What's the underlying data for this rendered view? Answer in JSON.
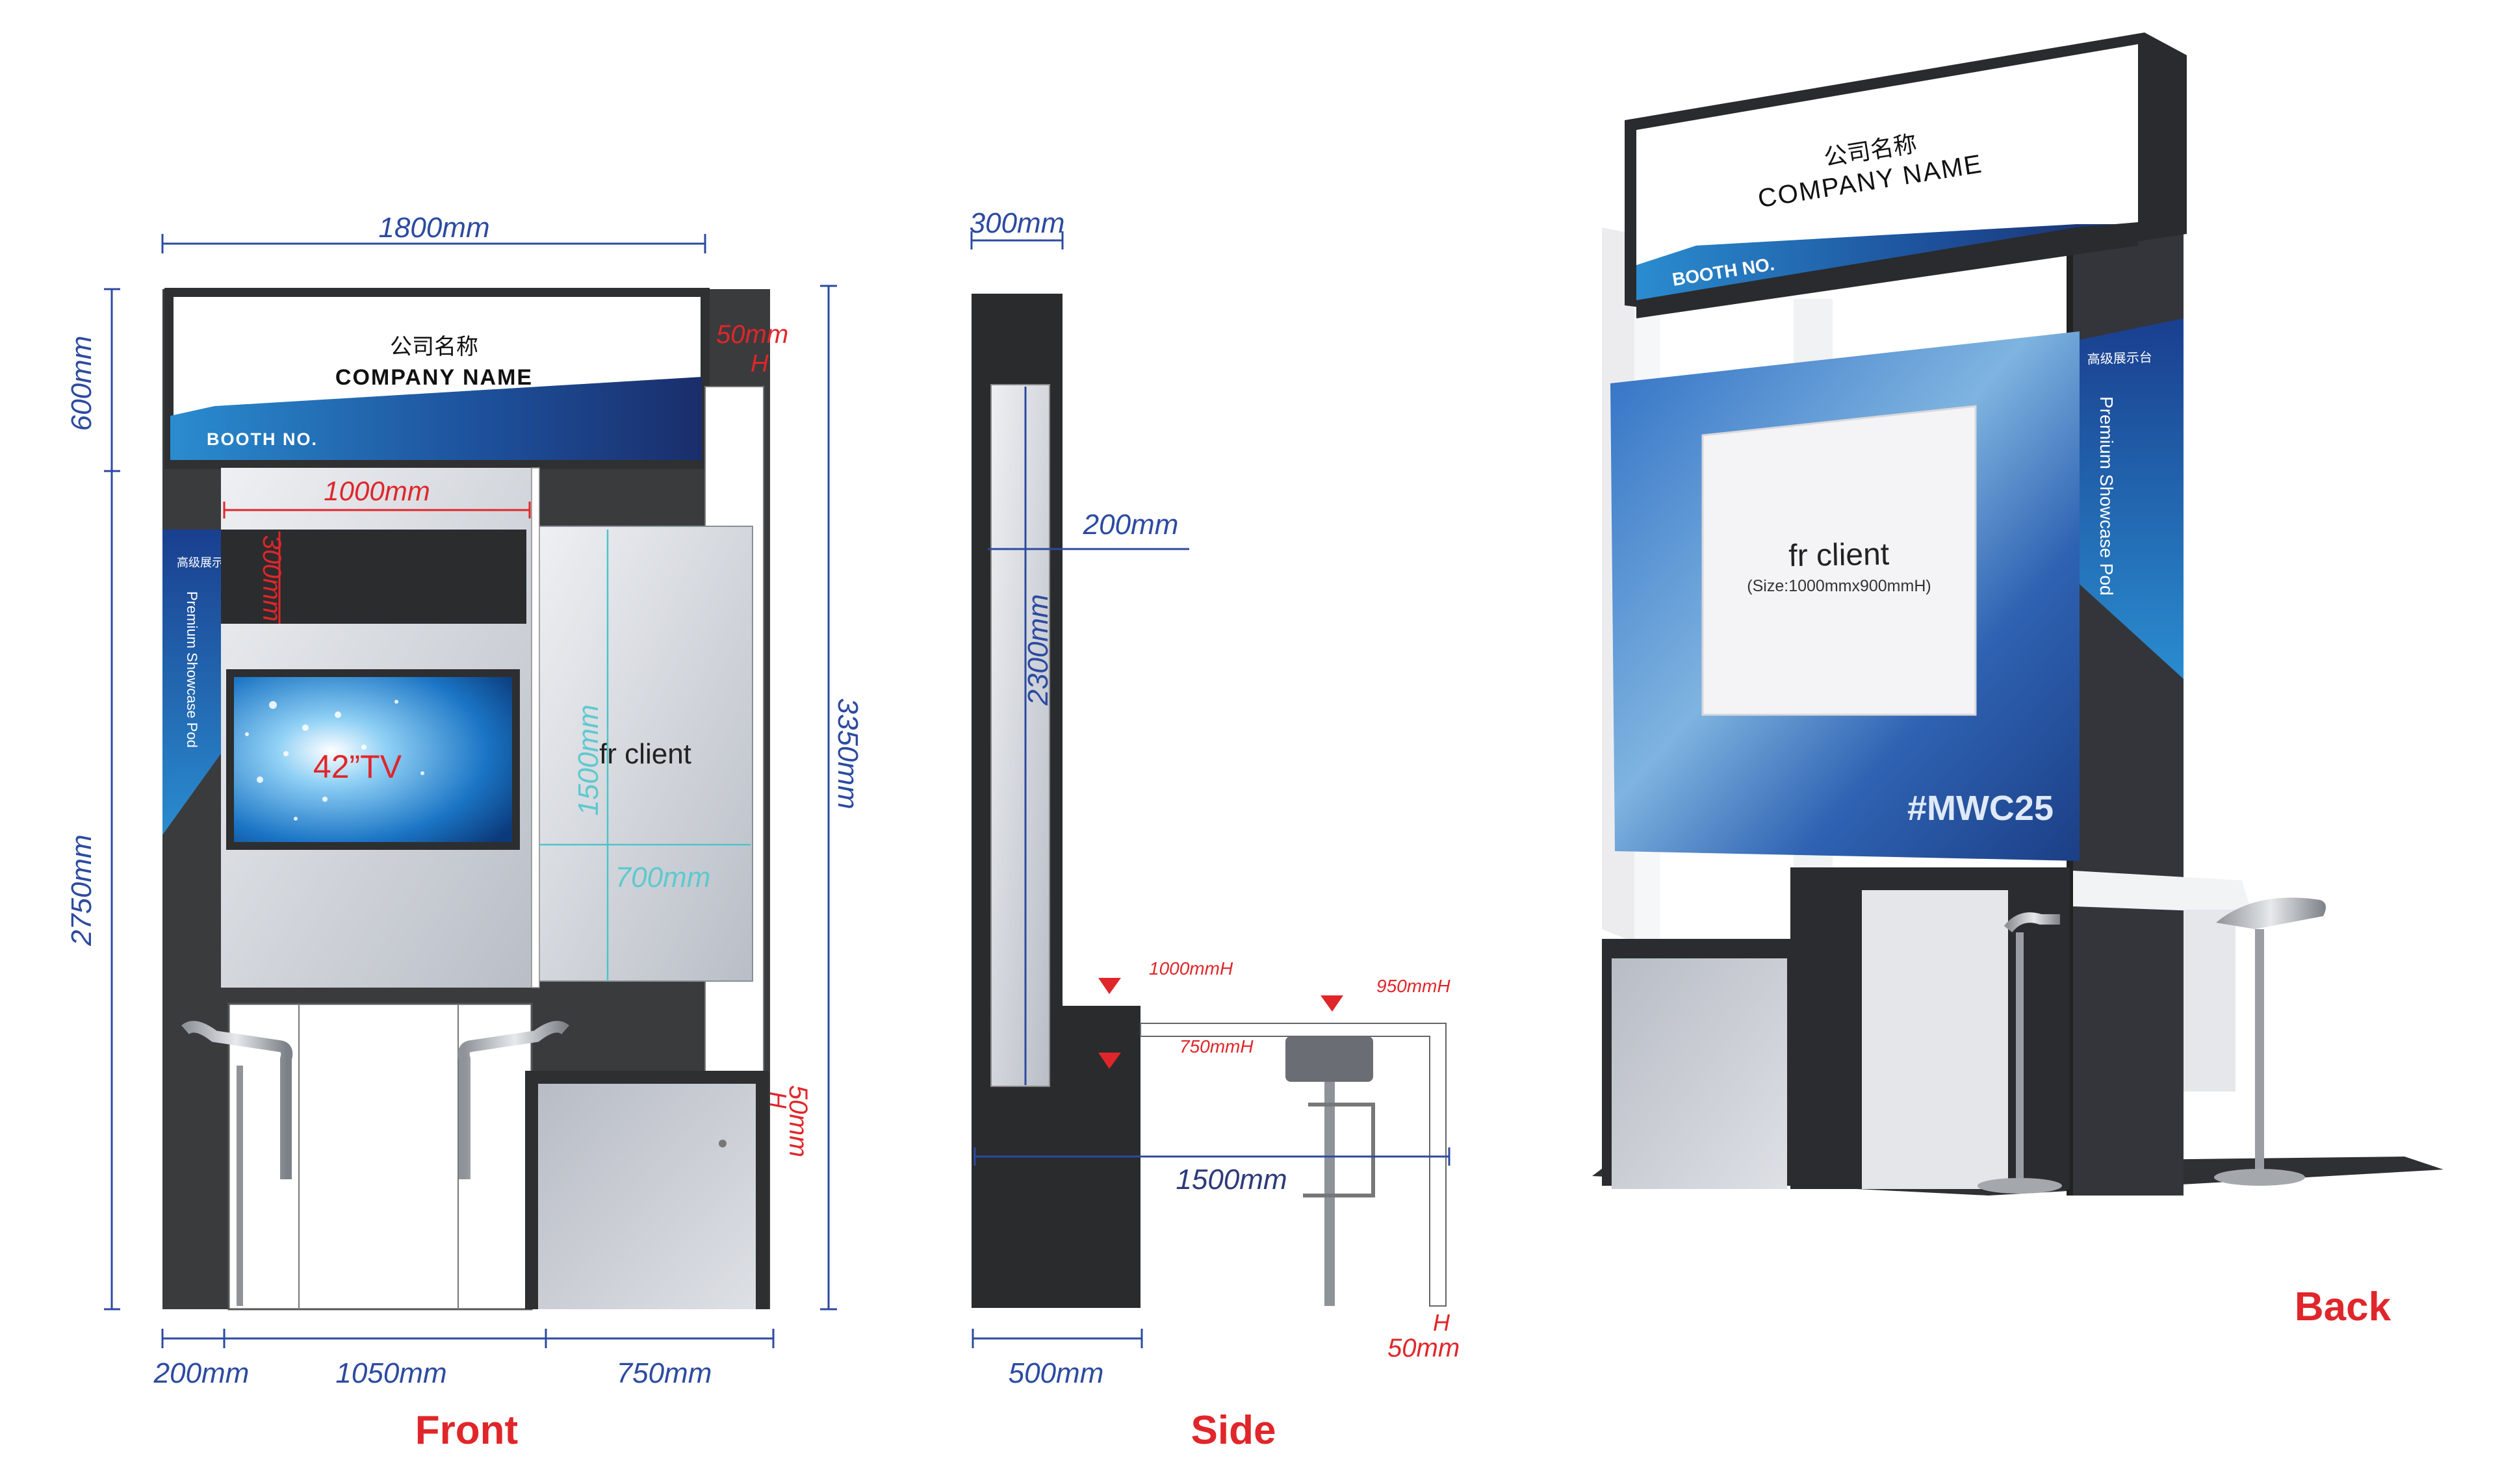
{
  "sign": {
    "company_cn": "公司名称",
    "company_en": "COMPANY NAME",
    "booth_no": "BOOTH NO."
  },
  "side_banner": {
    "cn": "高级展示台",
    "en": "Premium Showcase Pod"
  },
  "front": {
    "dims": {
      "total_width": "1800mm",
      "sign_height": "600mm",
      "lower_height": "2750mm",
      "total_height": "3350mm",
      "gap_top": "50mm",
      "gap_top_h": "H",
      "gap_side": "50mm",
      "gap_side_h": "H",
      "header_width": "1000mm",
      "header_height": "300mm",
      "graphic_height": "1500mm",
      "graphic_width": "700mm",
      "base_left": "200mm",
      "base_mid": "1050mm",
      "base_right": "750mm"
    },
    "tv_label": "42”TV",
    "graphic_label": "fr client"
  },
  "side": {
    "dims": {
      "top_depth": "300mm",
      "panel_depth": "200mm",
      "panel_height": "2300mm",
      "h_1000": "1000mmH",
      "h_750": "750mmH",
      "h_950": "950mmH",
      "counter_length": "1500mm",
      "base_depth": "500mm",
      "gap": "50mm",
      "gap_h": "H"
    }
  },
  "back": {
    "graphic_label": "fr client",
    "graphic_size": "(Size:1000mmx900mmH)",
    "hashtag": "#MWC25"
  },
  "labels": {
    "front": "Front",
    "side": "Side",
    "back": "Back"
  },
  "colors": {
    "frame": "#3a3b3d",
    "blue": "#1f6db5",
    "dim_blue": "#2c4aa0",
    "dim_red": "#e0262a"
  }
}
